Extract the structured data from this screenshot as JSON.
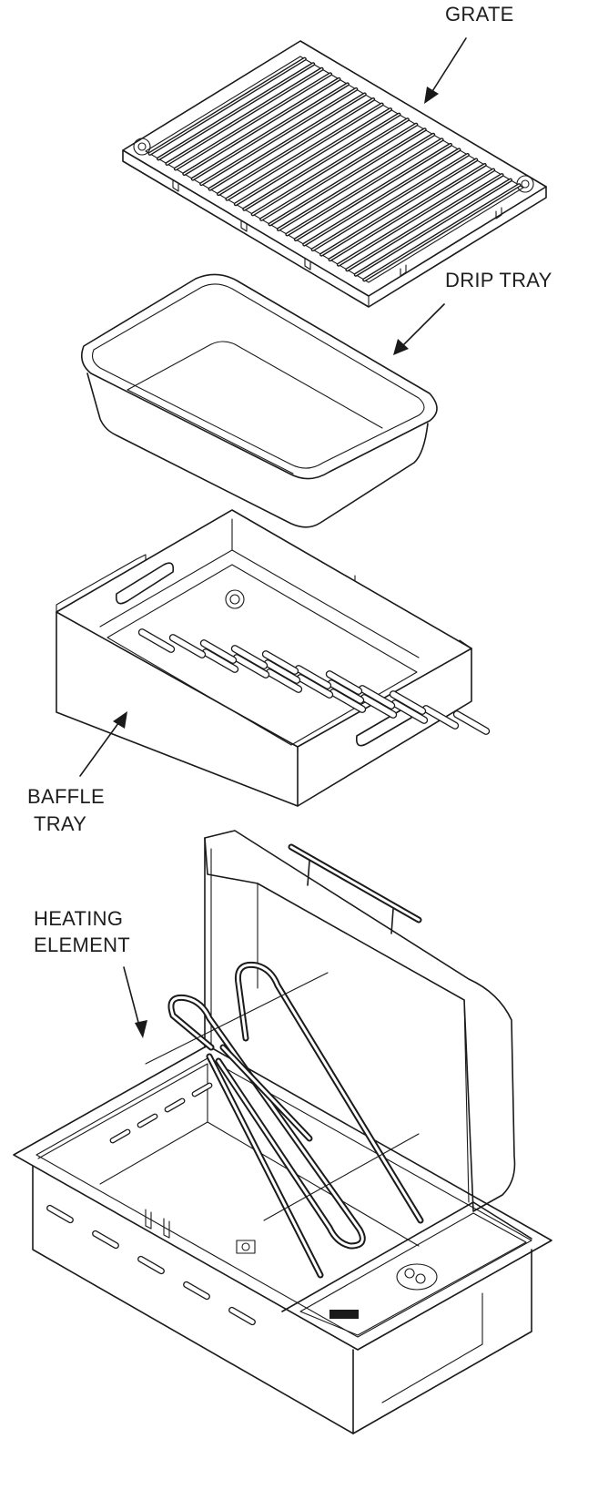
{
  "labels": {
    "grate": "GRATE",
    "drip_tray": "DRIP TRAY",
    "baffle_tray_line1": "BAFFLE",
    "baffle_tray_line2": "TRAY",
    "heating_element_line1": "HEATING",
    "heating_element_line2": "ELEMENT"
  },
  "colors": {
    "line": "#1a1a1a",
    "background": "#ffffff"
  },
  "icons": [
    "grate-illustration",
    "drip-tray-illustration",
    "baffle-tray-illustration",
    "grill-body-illustration",
    "heating-element-illustration"
  ]
}
